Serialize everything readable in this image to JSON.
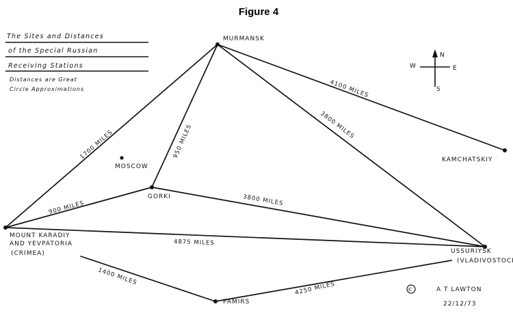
{
  "figure_title": "Figure 4",
  "legend": {
    "line1": "The Sites and Distances",
    "line2": "of the Special Russian",
    "line3": "Receiving Stations",
    "note1": "Distances are Great",
    "note2": "Circle Approximations"
  },
  "compass": {
    "n": "N",
    "s": "S",
    "e": "E",
    "w": "W"
  },
  "places": {
    "murmansk": "MURMANSK",
    "moscow": "MOSCOW",
    "gorki": "GORKI",
    "kamchatskiy": "KAMCHATSKIY",
    "crimea_line1": "MOUNT KARADIY",
    "crimea_line2": "AND YEVPATORIA",
    "crimea_line3": "(CRIMEA)",
    "ussuriysk": "USSURIYSK",
    "vladivostock": "(VLADIVOSTOCK)",
    "pamirs": "PAMIRS"
  },
  "distances": {
    "crimea_murmansk": "1700 MILES",
    "gorki_murmansk": "950 MILES",
    "murmansk_kamchatskiy": "4100 MILES",
    "murmansk_ussuriysk": "3800 MILES",
    "crimea_gorki": "900 MILES",
    "gorki_ussuriysk": "3800 MILES",
    "crimea_ussuriysk": "4875 MILES",
    "crimea_pamirs": "1400 MILES",
    "pamirs_ussuriysk": "4250 MILES"
  },
  "credit": {
    "copyright": "©",
    "author": "A T LAWTON",
    "date": "22/12/73"
  }
}
